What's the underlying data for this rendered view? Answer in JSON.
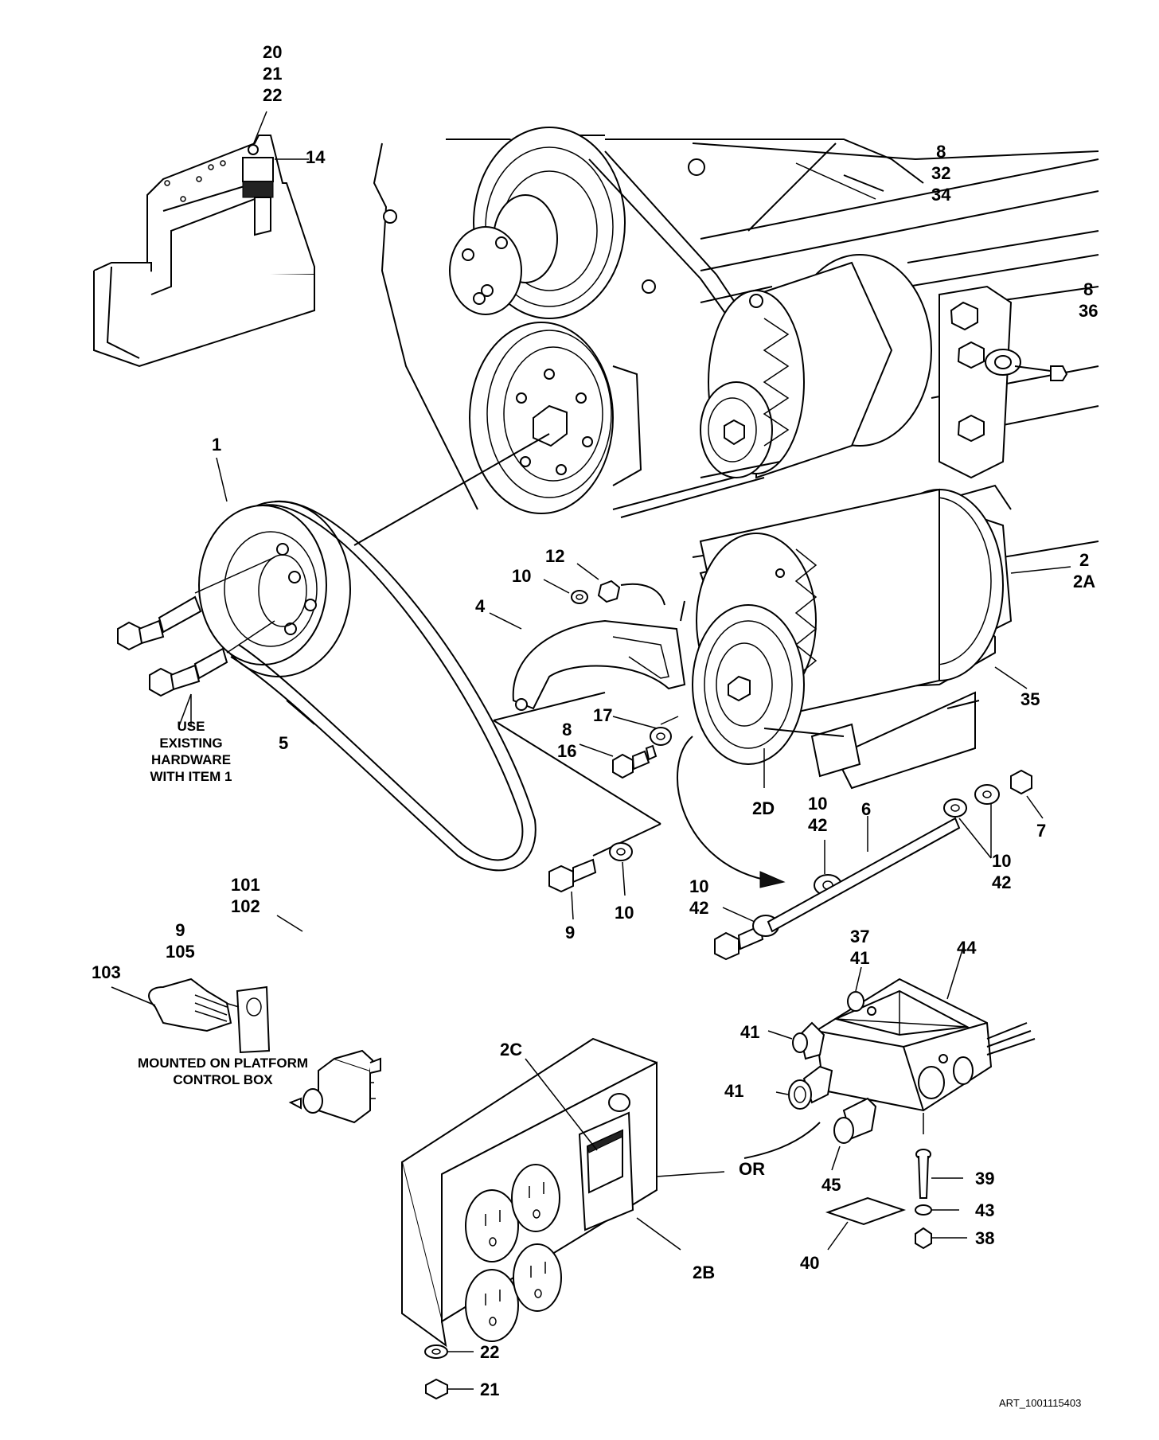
{
  "callouts": {
    "c20_21_22": [
      "20",
      "21",
      "22"
    ],
    "c14": "14",
    "c8_32_34": [
      "8",
      "32",
      "34"
    ],
    "c8_36": [
      "8",
      "36"
    ],
    "c1": "1",
    "c2_2a": [
      "2",
      "2A"
    ],
    "c12": "12",
    "c10a": "10",
    "c4": "4",
    "c35": "35",
    "c17": "17",
    "c8_16": [
      "8",
      "16"
    ],
    "c5": "5",
    "c2d": "2D",
    "c10_42_top": [
      "10",
      "42"
    ],
    "c6": "6",
    "c7": "7",
    "c10_42_right": [
      "10",
      "42"
    ],
    "c10_42_left": [
      "10",
      "42"
    ],
    "c9": "9",
    "c10b": "10",
    "c101_102": [
      "101",
      "102"
    ],
    "c9_105": [
      "9",
      "105"
    ],
    "c103": "103",
    "c37_41": [
      "37",
      "41"
    ],
    "c44": "44",
    "c41a": "41",
    "c41b": "41",
    "c2c": "2C",
    "c_or": "OR",
    "c45": "45",
    "c39": "39",
    "c43": "43",
    "c38": "38",
    "c40": "40",
    "c2b": "2B",
    "c22": "22",
    "c21": "21"
  },
  "notes": {
    "use_existing": [
      "USE",
      "EXISTING",
      "HARDWARE",
      "WITH ITEM 1"
    ],
    "mounted_on": [
      "MOUNTED ON PLATFORM",
      "CONTROL BOX"
    ]
  },
  "art_id": "ART_1001115403"
}
